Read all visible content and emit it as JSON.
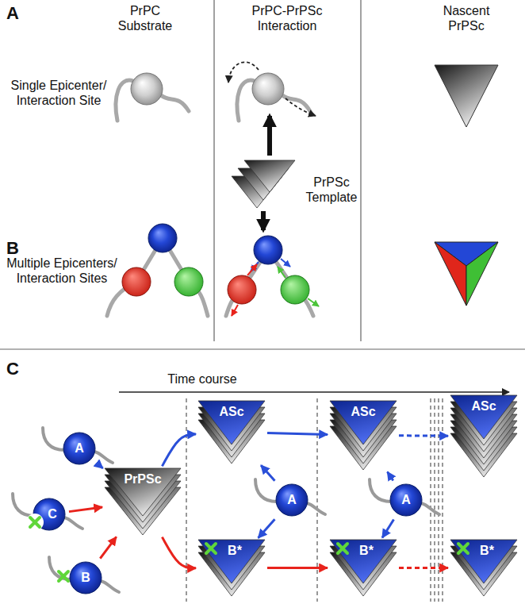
{
  "diagram": {
    "nodes": [
      {
        "text": [
          "A"
        ]
      },
      {
        "text": [
          "C"
        ]
      },
      {
        "text": [
          "B"
        ]
      },
      {
        "text": [
          "PrPSc"
        ]
      },
      {
        "text": [
          "ASc"
        ]
      },
      {
        "text": [
          "B*"
        ]
      },
      {
        "text": [
          "A"
        ]
      },
      {
        "text": [
          "ASc"
        ]
      },
      {
        "text": [
          "B*"
        ]
      },
      {
        "text": [
          "A"
        ]
      },
      {
        "text": [
          "ASc"
        ]
      },
      {
        "text": [
          "B*"
        ]
      }
    ],
    "edges": [
      {
        "from": 0,
        "to": 3,
        "arrow": "to"
      },
      {
        "from": 1,
        "to": 3,
        "arrow": "to"
      },
      {
        "from": 2,
        "to": 3,
        "arrow": "to"
      },
      {
        "from": 3,
        "to": 4,
        "arrow": "to"
      },
      {
        "from": 3,
        "to": 5,
        "arrow": "to"
      },
      {
        "from": 4,
        "to": 7,
        "arrow": "to"
      },
      {
        "from": 5,
        "to": 8,
        "arrow": "to"
      },
      {
        "from": 6,
        "to": 4,
        "arrow": "to"
      },
      {
        "from": 6,
        "to": 5,
        "arrow": "to"
      },
      {
        "from": 7,
        "to": 10,
        "arrow": "to"
      },
      {
        "from": 8,
        "to": 11,
        "arrow": "to"
      },
      {
        "from": 9,
        "to": 7,
        "arrow": "to"
      },
      {
        "from": 9,
        "to": 8,
        "arrow": "to"
      }
    ],
    "labels": [
      "A",
      "PrPC Substrate",
      "PrPC-PrPSc Interaction",
      "Nascent PrPSc",
      "Single Epicenter/ Interaction Site",
      "PrPSc Template",
      "B",
      "Multiple Epicenters/ Interaction Sites",
      "C",
      "Time course"
    ]
  }
}
